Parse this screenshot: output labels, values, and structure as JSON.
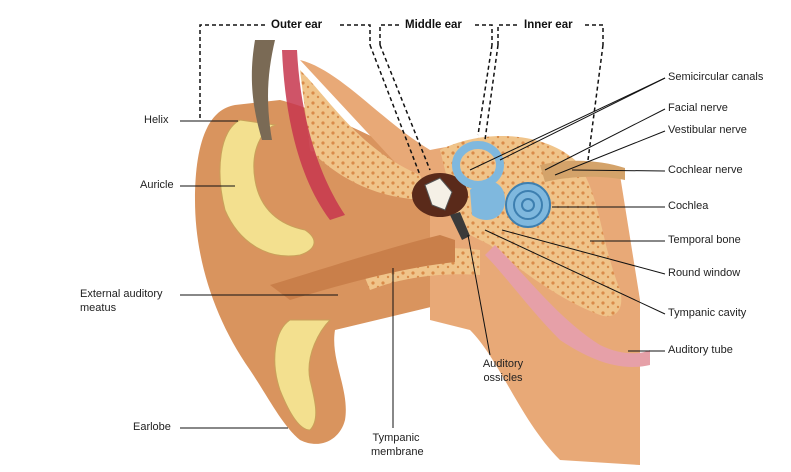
{
  "regions": {
    "outer": "Outer ear",
    "middle": "Middle ear",
    "inner": "Inner ear"
  },
  "left_labels": {
    "helix": "Helix",
    "auricle": "Auricle",
    "meatus_line1": "External auditory",
    "meatus_line2": "meatus",
    "earlobe": "Earlobe"
  },
  "bottom_labels": {
    "tympanic_line1": "Tympanic",
    "tympanic_line2": "membrane",
    "ossicles_line1": "Auditory",
    "ossicles_line2": "ossicles"
  },
  "right_labels": {
    "semicircular": "Semicircular canals",
    "facial": "Facial nerve",
    "vestibular": "Vestibular nerve",
    "cochlear_nerve": "Cochlear nerve",
    "cochlea": "Cochlea",
    "temporal": "Temporal bone",
    "round_window": "Round window",
    "tympanic_cavity": "Tympanic cavity",
    "auditory_tube": "Auditory tube"
  },
  "colors": {
    "skin": "#d9945e",
    "bone": "#f0c48a",
    "cartilage": "#f3e08f",
    "labyrinth": "#7fb8de",
    "muscle": "#c7364e",
    "background": "#ffffff"
  }
}
